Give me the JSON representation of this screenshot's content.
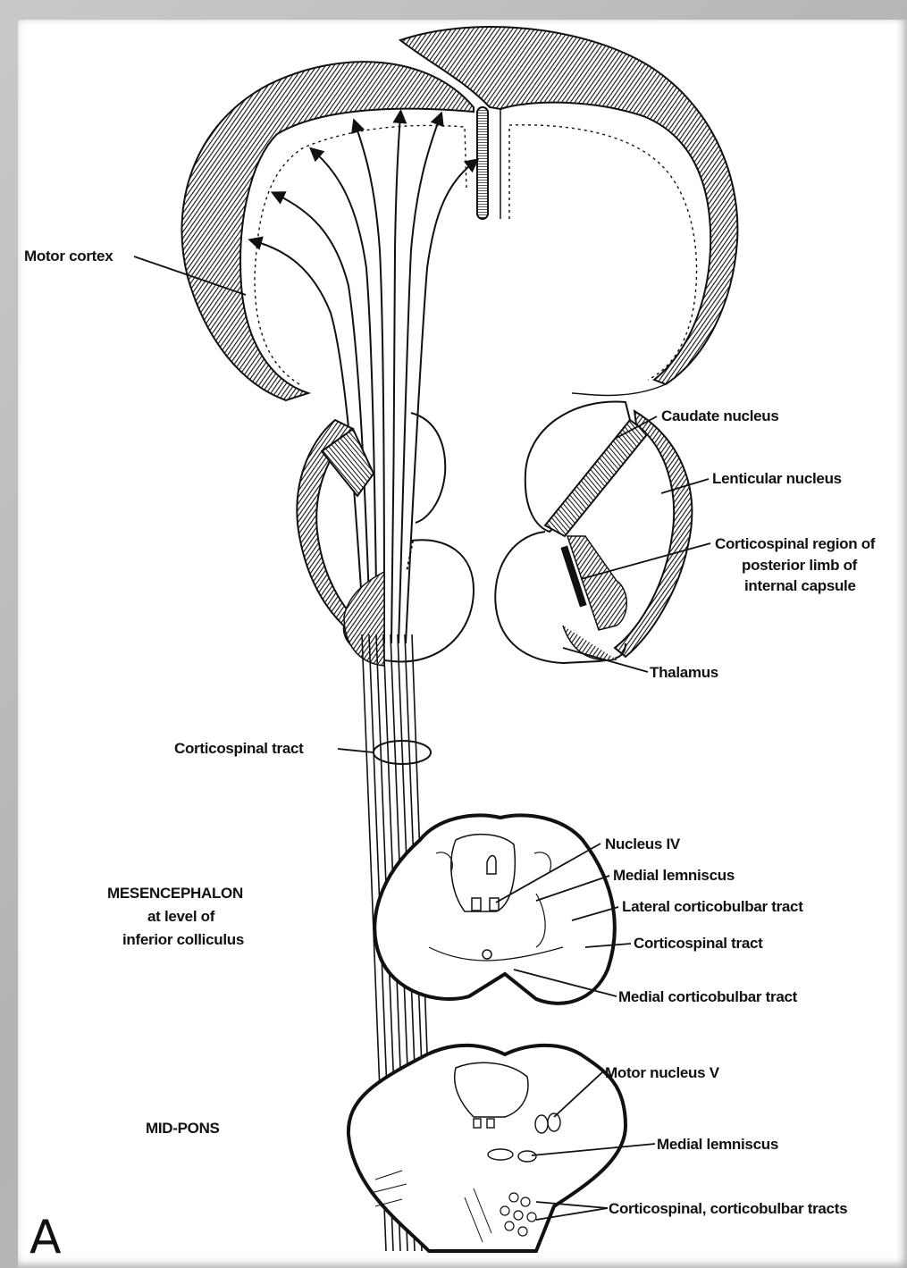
{
  "figure": {
    "panel_letter": "A",
    "labels": {
      "motor_cortex": "Motor cortex",
      "caudate_nucleus": "Caudate nucleus",
      "lenticular_nucleus": "Lenticular nucleus",
      "capsule_line1": "Corticospinal region of",
      "capsule_line2": "posterior limb of",
      "capsule_line3": "internal capsule",
      "thalamus": "Thalamus",
      "corticospinal_tract_upper": "Corticospinal tract",
      "mesencephalon_line1": "MESENCEPHALON",
      "mesencephalon_line2": "at level of",
      "mesencephalon_line3": "inferior colliculus",
      "nucleus_iv": "Nucleus IV",
      "medial_lemniscus_mes": "Medial lemniscus",
      "lateral_corticobulbar": "Lateral corticobulbar tract",
      "corticospinal_tract_mes": "Corticospinal tract",
      "medial_corticobulbar": "Medial corticobulbar tract",
      "mid_pons": "MID-PONS",
      "motor_nucleus_v": "Motor nucleus V",
      "medial_lemniscus_pons": "Medial lemniscus",
      "corticospinal_corticobulbar": "Corticospinal, corticobulbar tracts"
    }
  }
}
